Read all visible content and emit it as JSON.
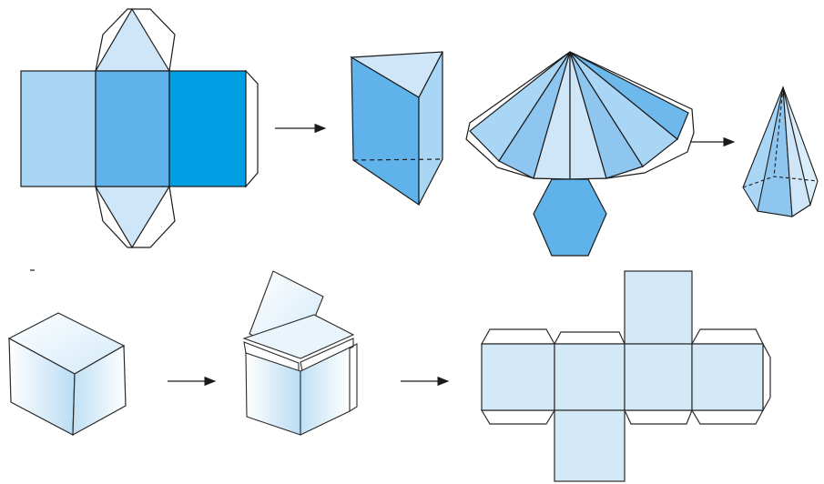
{
  "figure": {
    "rows": [
      {
        "name": "top-row",
        "sequences": [
          {
            "from": "triangular-prism-net",
            "to": "triangular-prism",
            "arrow": "right"
          },
          {
            "from": "hexagonal-pyramid-net",
            "to": "hexagonal-pyramid",
            "arrow": "right"
          }
        ]
      },
      {
        "name": "bottom-row",
        "sequences": [
          {
            "from": "closed-cube",
            "to": "opening-cube",
            "arrow": "right"
          },
          {
            "from": "opening-cube",
            "to": "cube-net",
            "arrow": "right"
          }
        ]
      }
    ]
  },
  "colors": {
    "outline": "#1a1a1a",
    "light_blue": "#a9d6f5",
    "mid_blue": "#5fb3ea",
    "deep_blue": "#009fe3",
    "pale_blue": "#cfe6f8",
    "cube_face": "#d4e9f7",
    "flap": "#ffffff"
  }
}
